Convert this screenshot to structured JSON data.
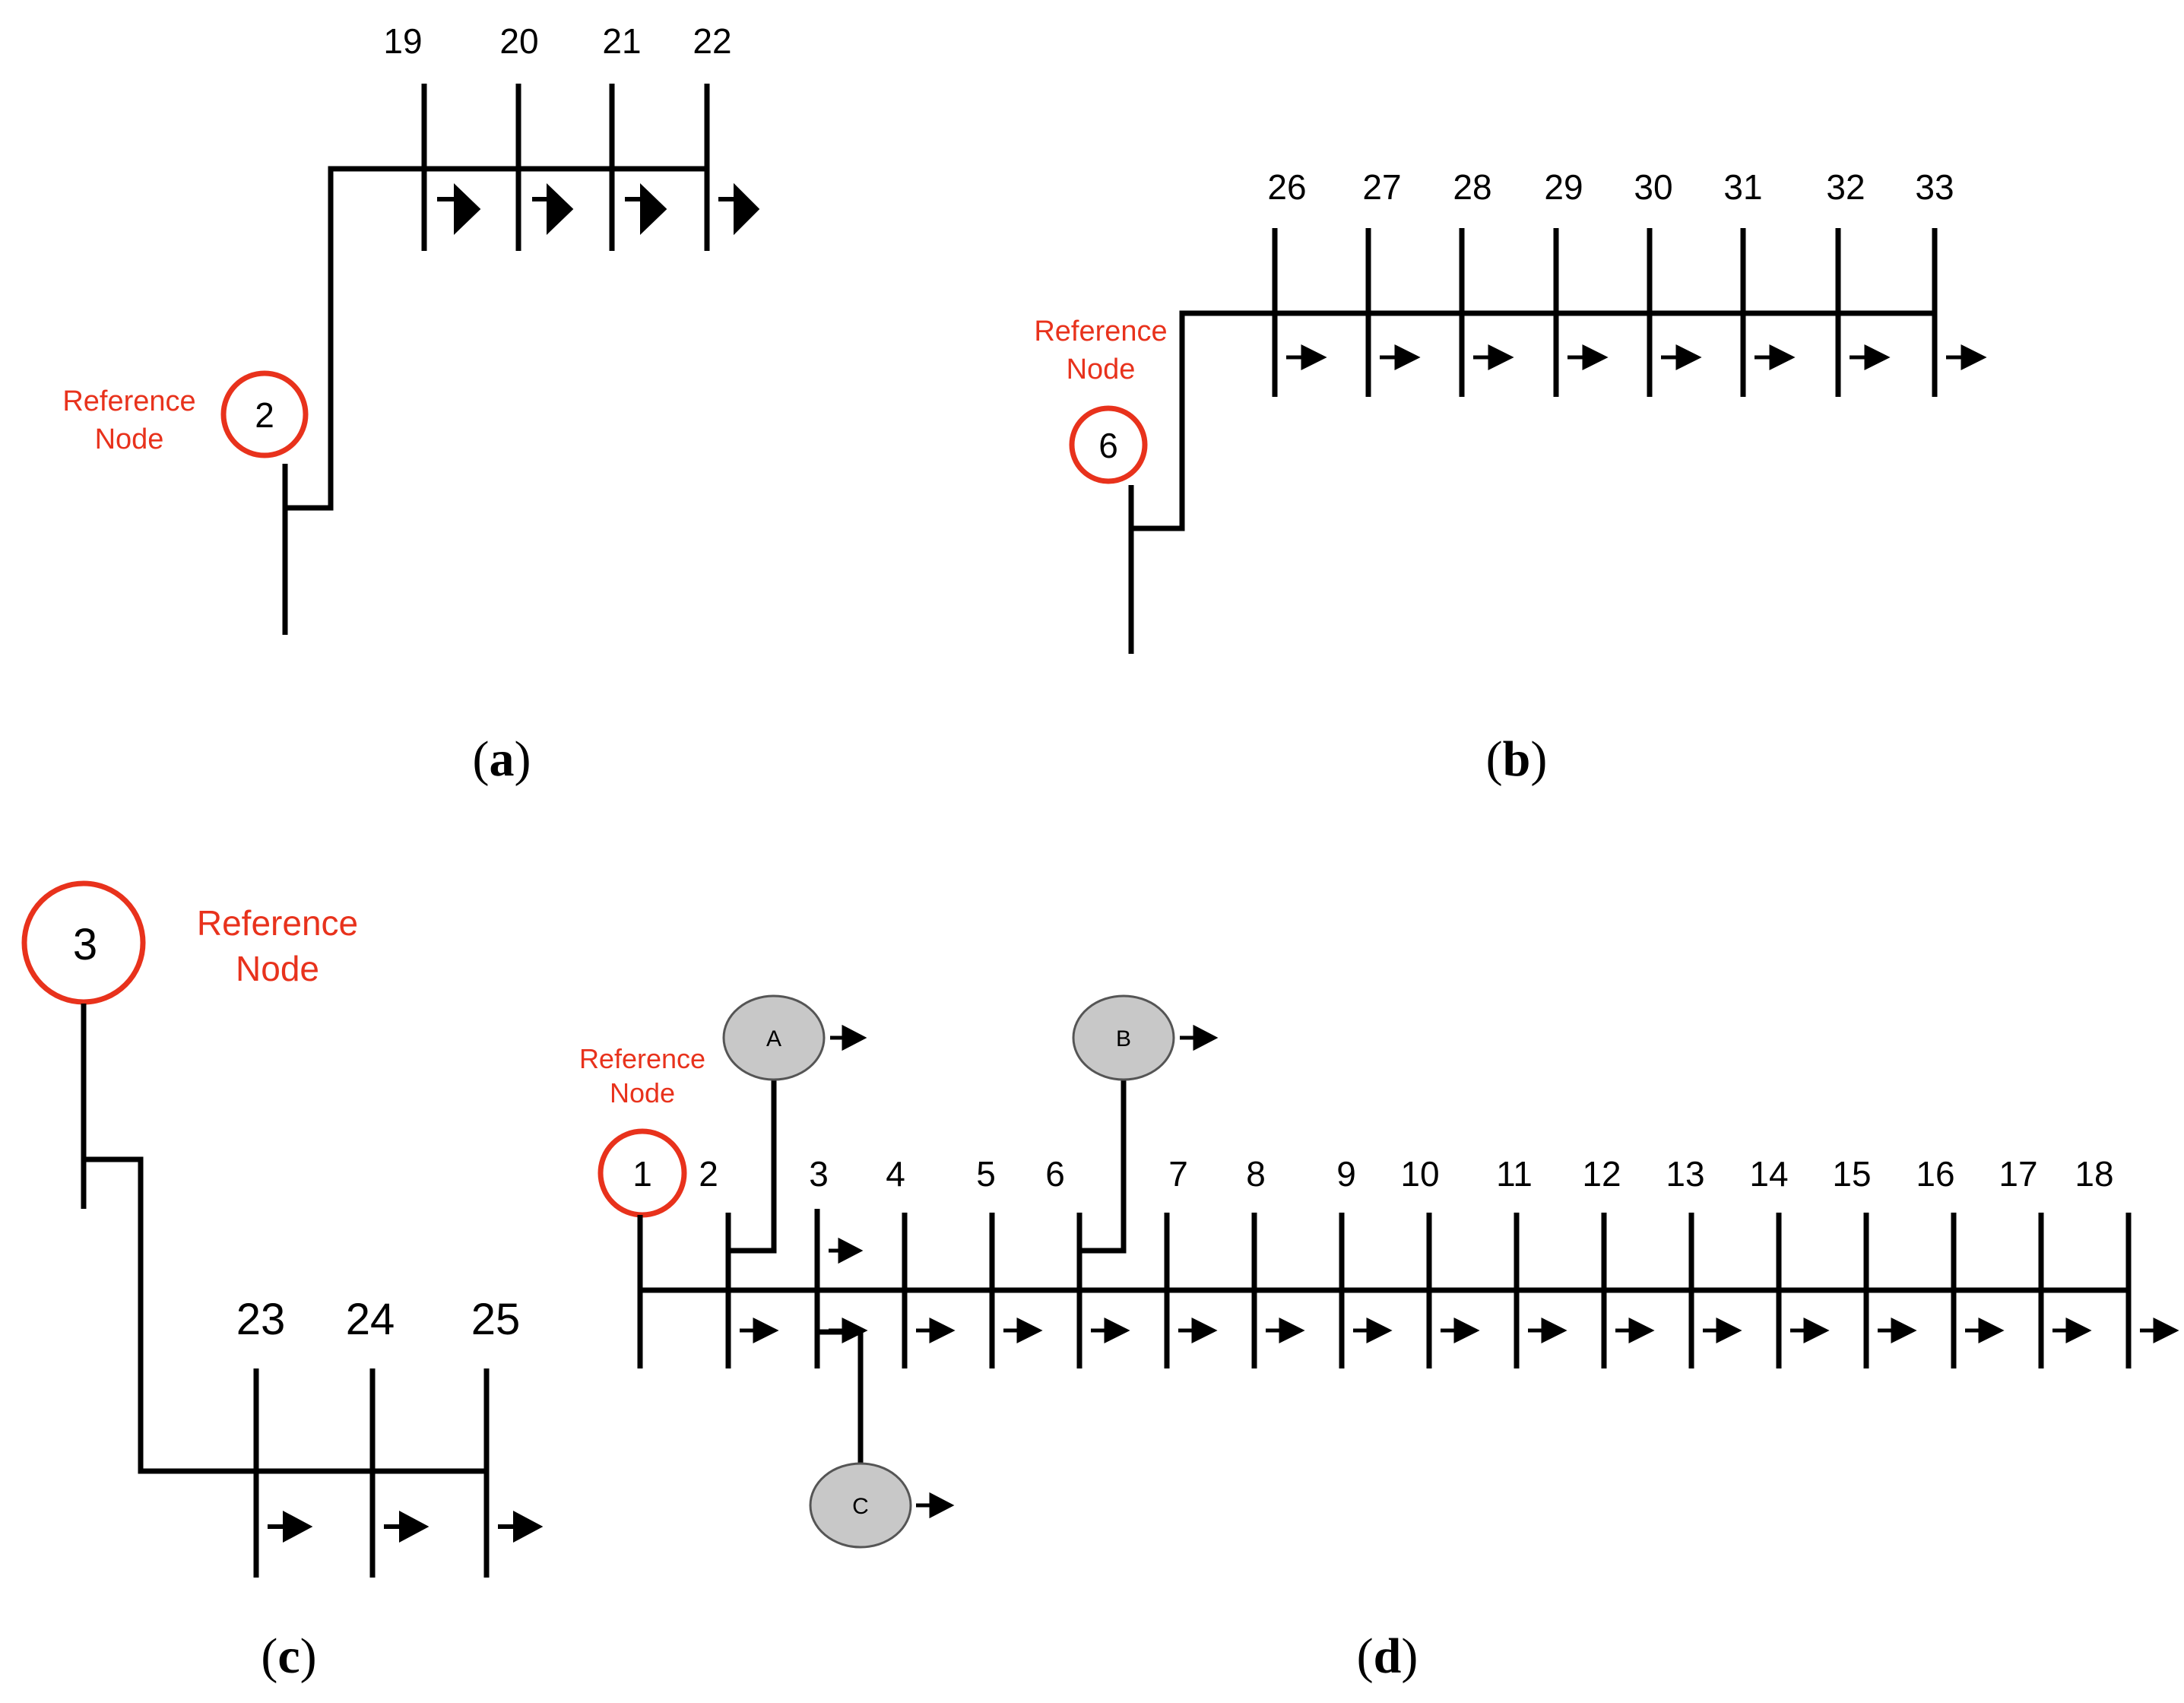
{
  "panels": {
    "a": {
      "caption_letter": "a",
      "reference_label": [
        "Reference",
        "Node"
      ],
      "reference_node": "2",
      "nodes": [
        "19",
        "20",
        "21",
        "22"
      ]
    },
    "b": {
      "caption_letter": "b",
      "reference_label": [
        "Reference",
        "Node"
      ],
      "reference_node": "6",
      "nodes": [
        "26",
        "27",
        "28",
        "29",
        "30",
        "31",
        "32",
        "33"
      ]
    },
    "c": {
      "caption_letter": "c",
      "reference_label": [
        "Reference",
        "Node"
      ],
      "reference_node": "3",
      "nodes": [
        "23",
        "24",
        "25"
      ]
    },
    "d": {
      "caption_letter": "d",
      "reference_label": [
        "Reference",
        "Node"
      ],
      "reference_node": "1",
      "nodes": [
        "2",
        "3",
        "4",
        "5",
        "6",
        "7",
        "8",
        "9",
        "10",
        "11",
        "12",
        "13",
        "14",
        "15",
        "16",
        "17",
        "18"
      ],
      "generators": [
        "A",
        "B",
        "C"
      ]
    }
  },
  "colors": {
    "reference": "#e8321c",
    "generator_fill": "#c8c8c8",
    "line": "#000000"
  }
}
